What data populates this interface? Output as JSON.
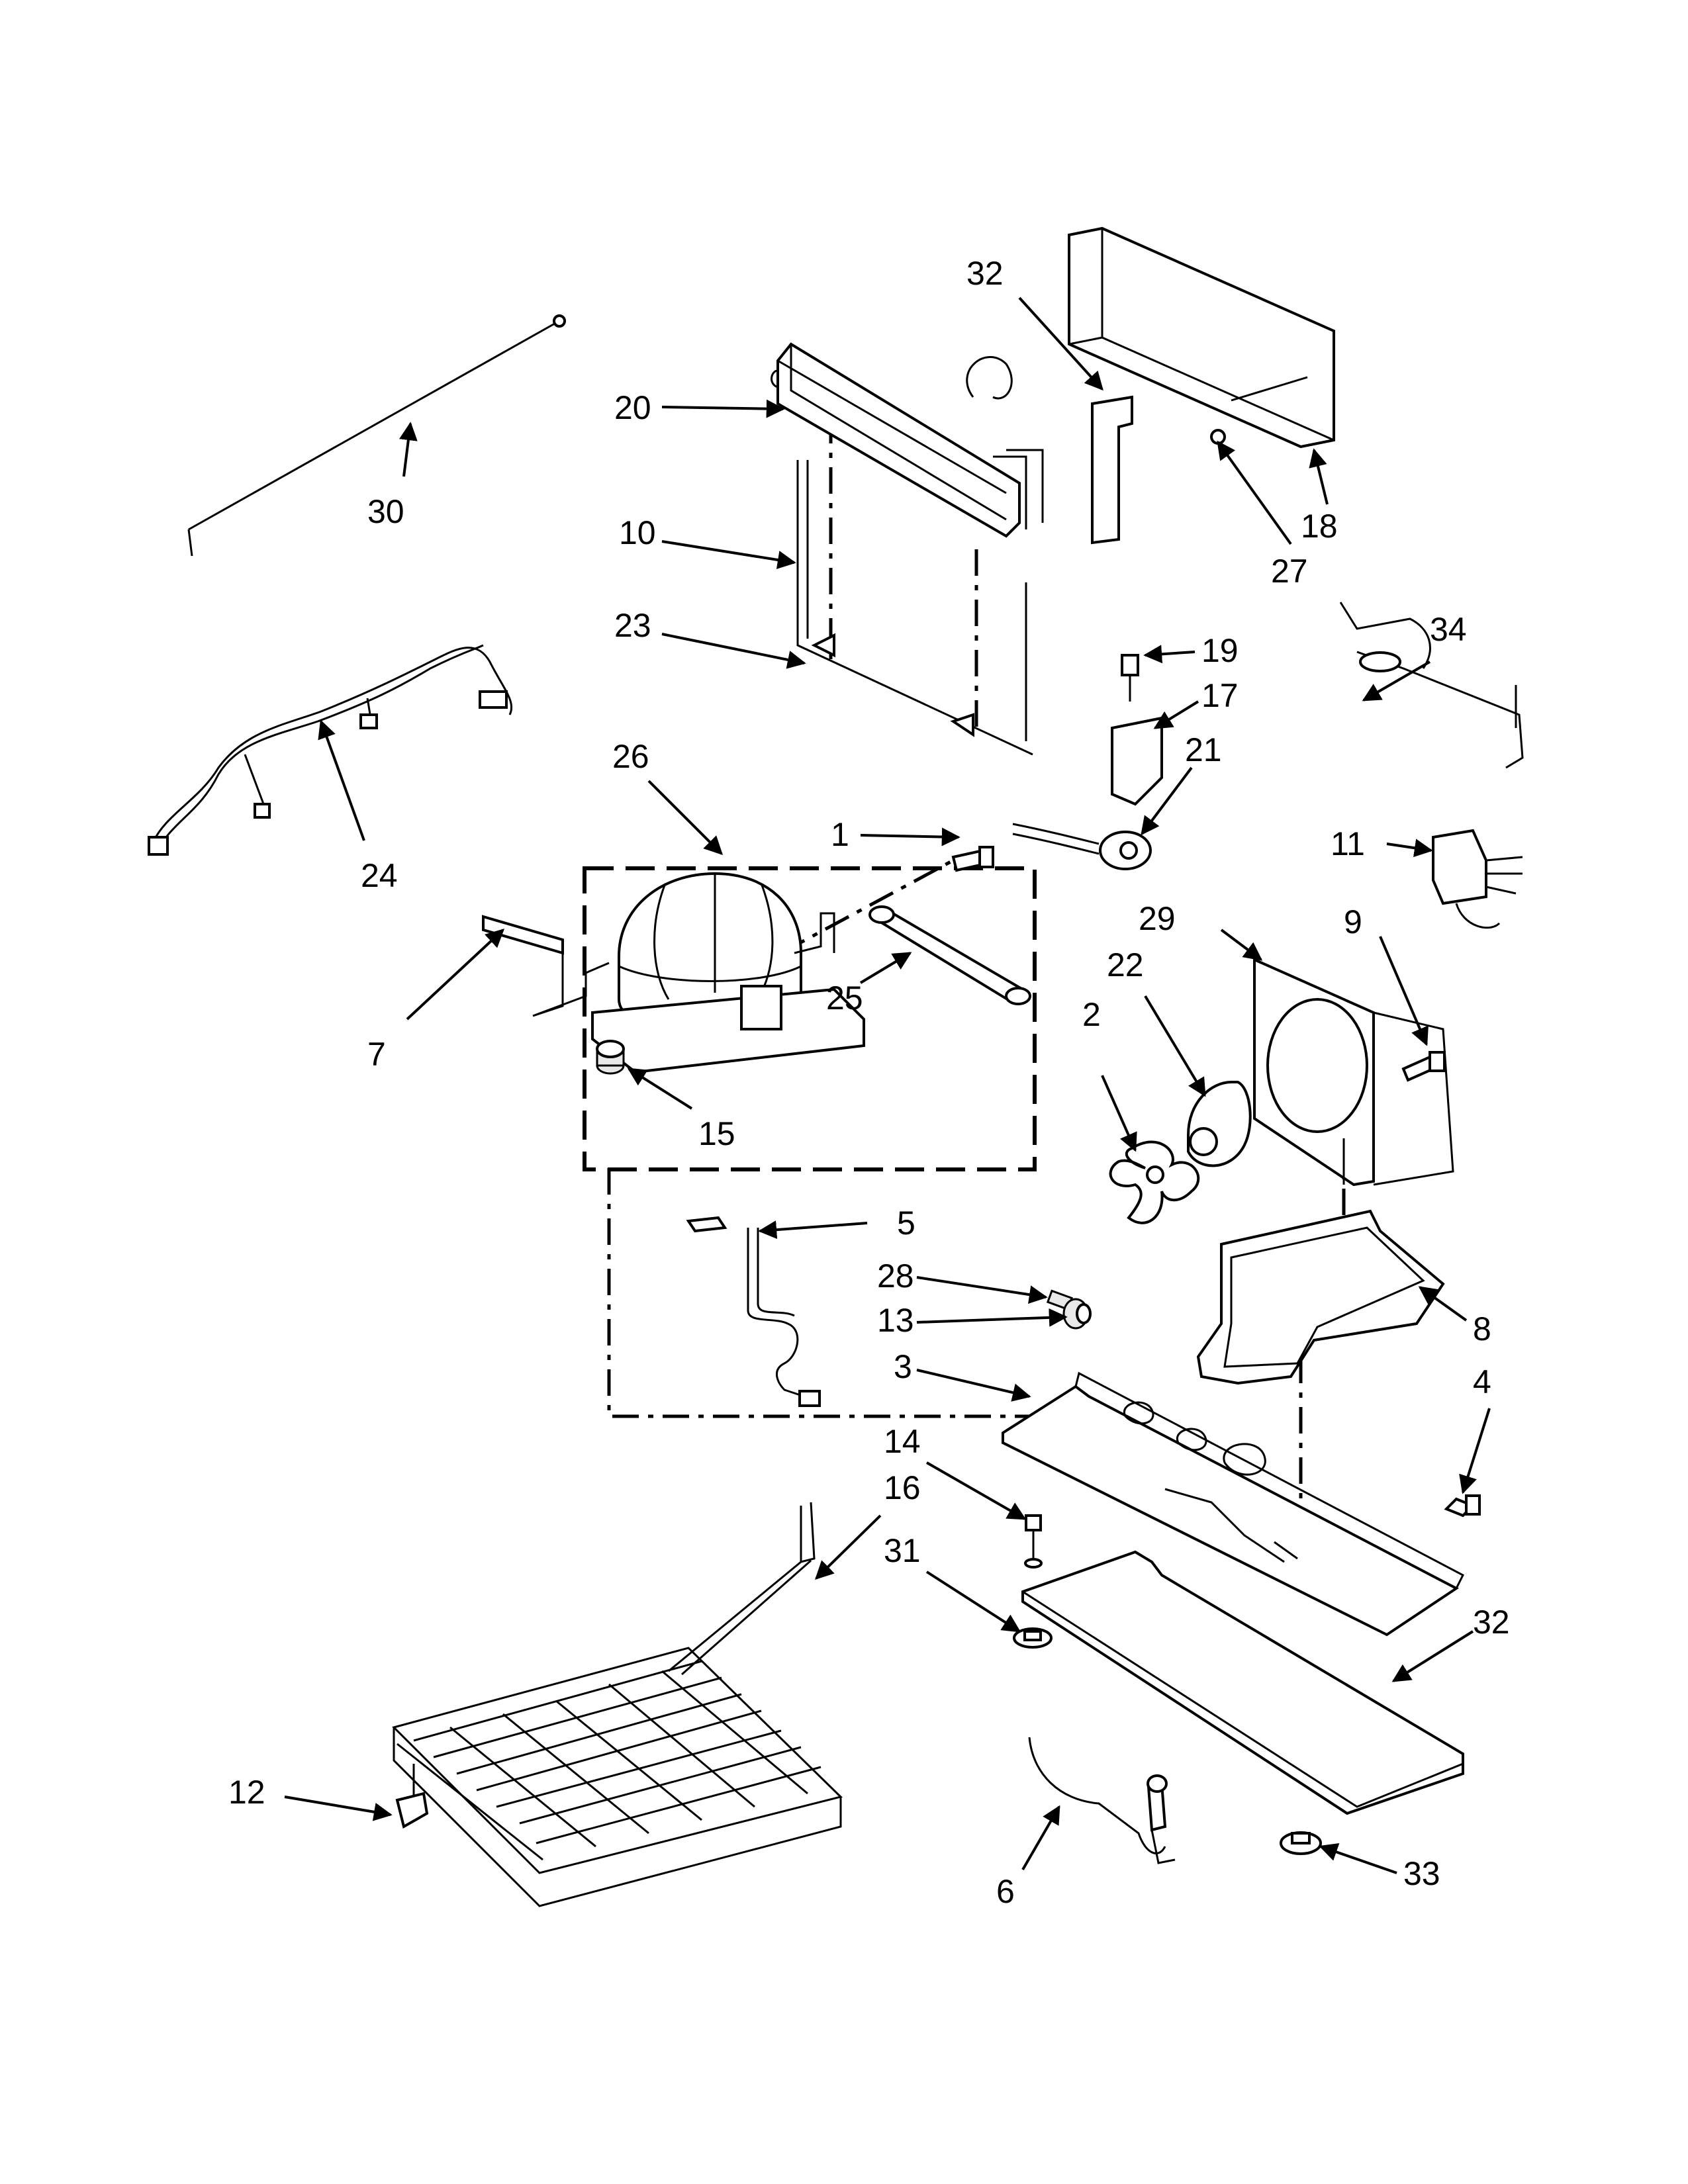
{
  "diagram": {
    "labels": [
      {
        "id": "1",
        "text": "1"
      },
      {
        "id": "2",
        "text": "2"
      },
      {
        "id": "3",
        "text": "3"
      },
      {
        "id": "4",
        "text": "4"
      },
      {
        "id": "5",
        "text": "5"
      },
      {
        "id": "6",
        "text": "6"
      },
      {
        "id": "7",
        "text": "7"
      },
      {
        "id": "8",
        "text": "8"
      },
      {
        "id": "9",
        "text": "9"
      },
      {
        "id": "10",
        "text": "10"
      },
      {
        "id": "11",
        "text": "11"
      },
      {
        "id": "12",
        "text": "12"
      },
      {
        "id": "13",
        "text": "13"
      },
      {
        "id": "14",
        "text": "14"
      },
      {
        "id": "15",
        "text": "15"
      },
      {
        "id": "16",
        "text": "16"
      },
      {
        "id": "17",
        "text": "17"
      },
      {
        "id": "18",
        "text": "18"
      },
      {
        "id": "19",
        "text": "19"
      },
      {
        "id": "20",
        "text": "20"
      },
      {
        "id": "21",
        "text": "21"
      },
      {
        "id": "22",
        "text": "22"
      },
      {
        "id": "23",
        "text": "23"
      },
      {
        "id": "24",
        "text": "24"
      },
      {
        "id": "25",
        "text": "25"
      },
      {
        "id": "26",
        "text": "26"
      },
      {
        "id": "27",
        "text": "27"
      },
      {
        "id": "28",
        "text": "28"
      },
      {
        "id": "29",
        "text": "29"
      },
      {
        "id": "30",
        "text": "30"
      },
      {
        "id": "31",
        "text": "31"
      },
      {
        "id": "32a",
        "text": "32"
      },
      {
        "id": "32b",
        "text": "32"
      },
      {
        "id": "33",
        "text": "33"
      },
      {
        "id": "34",
        "text": "34"
      }
    ]
  }
}
